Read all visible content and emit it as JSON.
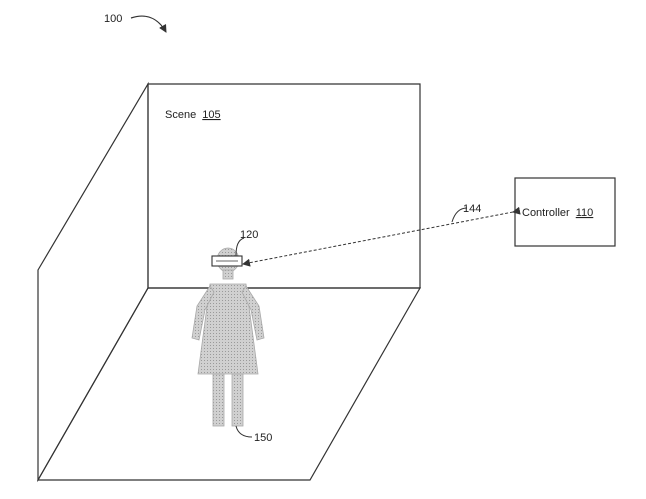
{
  "figure": {
    "ref_main": "100",
    "scene": {
      "name": "Scene",
      "ref": "105"
    },
    "controller": {
      "name": "Controller",
      "ref": "110"
    },
    "link_ref": "144",
    "headset_ref": "120",
    "person_ref": "150"
  },
  "colors": {
    "line": "#333333",
    "figure_fill": "#c8c8c8",
    "figure_stroke": "#a9a9a9"
  }
}
